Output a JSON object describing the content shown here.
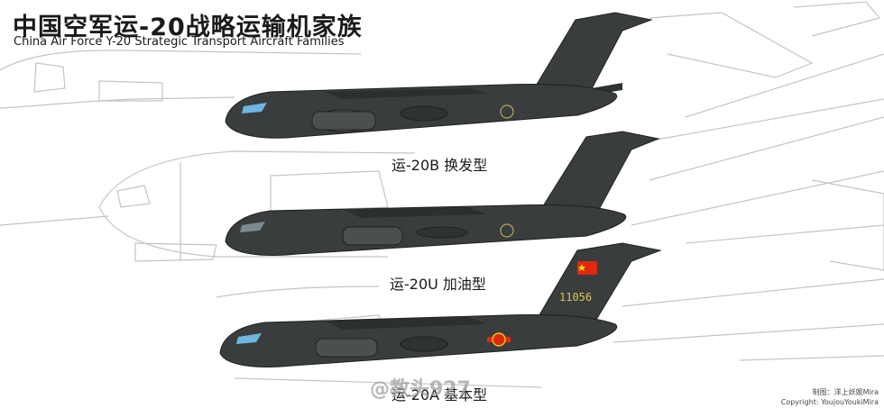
{
  "title": {
    "cn": "中国空军运-20战略运输机家族",
    "en": "China Air Force Y-20 Strategic Transport Aircraft Families"
  },
  "variants": [
    {
      "label": "运-20B 换发型"
    },
    {
      "label": "运-20U 加油型"
    },
    {
      "label": "运-20A 基本型",
      "tail_number": "11056"
    }
  ],
  "watermark": "@教头927",
  "credits": {
    "maker": "制图：洋上妖姬Mira",
    "copyright": "Copyright: YoujouYoukiMira"
  },
  "colors": {
    "aircraft_body": "#3a3d3d",
    "aircraft_dark": "#272a2a",
    "outline_bg": "#c4c4c4",
    "canopy": "#6fb6e0",
    "flag_red": "#de2910",
    "flag_star": "#ffde00"
  }
}
